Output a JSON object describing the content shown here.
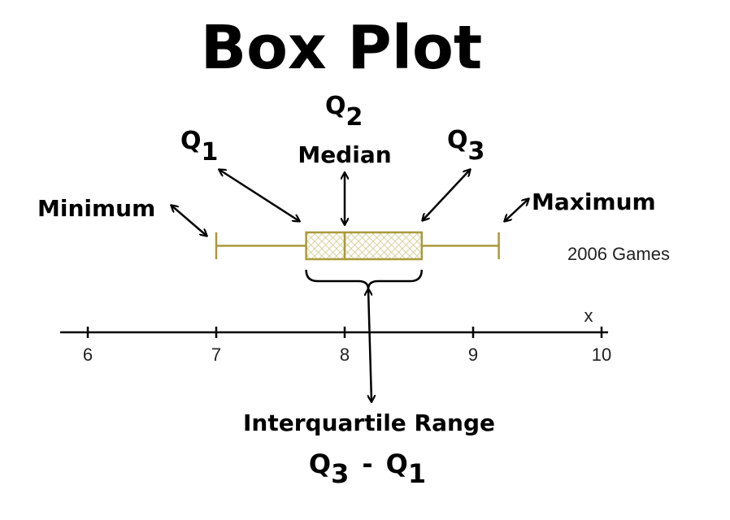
{
  "title": "Box Plot",
  "labels": {
    "q1": "Q",
    "q1_sub": "1",
    "q2": "Q",
    "q2_sub": "2",
    "median": "Median",
    "q3": "Q",
    "q3_sub": "3",
    "minimum": "Minimum",
    "maximum": "Maximum",
    "iqr": "Interquartile Range",
    "iqr_formula_a": "Q",
    "iqr_formula_a_sub": "3",
    "iqr_formula_minus": "-",
    "iqr_formula_b": "Q",
    "iqr_formula_b_sub": "1"
  },
  "colors": {
    "box": "#a89a3a",
    "ink": "#000000"
  },
  "chart_data": {
    "type": "boxplot",
    "series_label": "2006 Games",
    "min": 7.0,
    "q1": 7.7,
    "median": 8.0,
    "q3": 8.6,
    "max": 9.2,
    "xlabel": "x",
    "xlim": [
      5.8,
      10.1
    ],
    "ticks": [
      "6",
      "7",
      "8",
      "9",
      "10"
    ]
  }
}
